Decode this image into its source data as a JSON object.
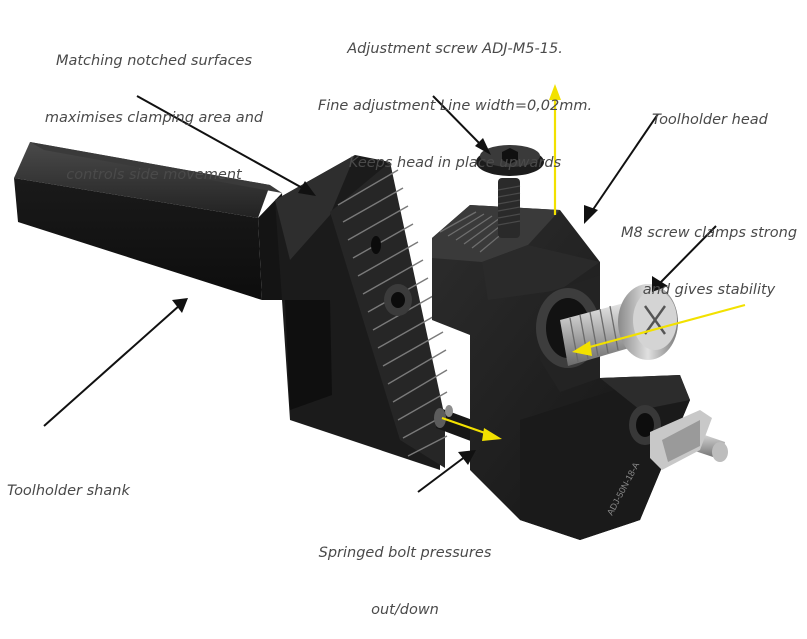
{
  "labels": {
    "matching_surfaces": [
      "Matching notched surfaces",
      "maximises clamping area and",
      "controls side movement"
    ],
    "adjustment_screw": [
      "Adjustment screw ADJ-M5-15.",
      "Fine adjustment Line width=0,02mm.",
      "Keeps head in place upwards"
    ],
    "toolholder_head": [
      "Toolholder head"
    ],
    "m8_screw": [
      "M8 screw clamps strong",
      "and gives stability"
    ],
    "toolholder_shank": [
      "Toolholder shank"
    ],
    "springed_bolt": [
      "Springed bolt pressures",
      "out/down"
    ]
  },
  "part_marking": "ADJ-50N-18-A",
  "colors": {
    "label_text": "#4a4a4a",
    "leader_line": "#111111",
    "force_arrow": "#f2e100",
    "metal_dark": "#1c1c1c",
    "screw_steel": "#b9b9b9"
  }
}
